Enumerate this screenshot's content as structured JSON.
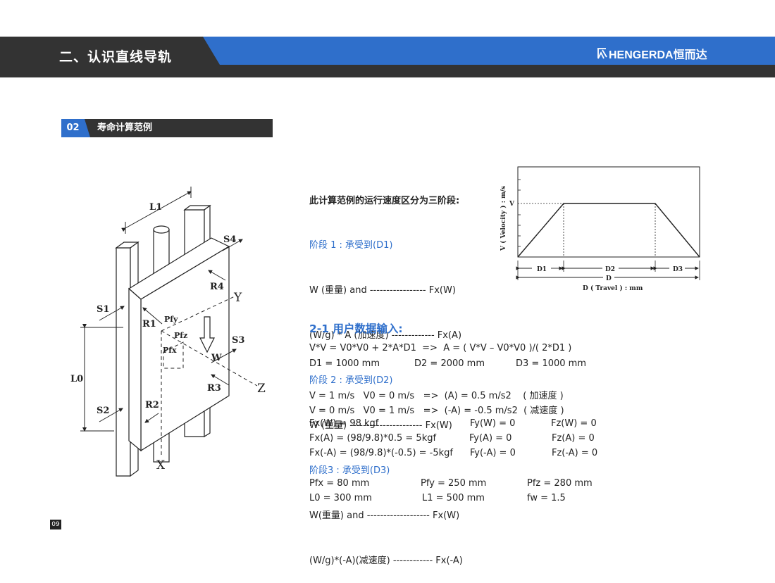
{
  "header": {
    "title": "二、认识直线导轨",
    "logo_text": "HENGERDA恒而达",
    "colors": {
      "dark": "#333333",
      "blue": "#2f6fcb"
    }
  },
  "section": {
    "number": "02",
    "title": "寿命计算范例"
  },
  "intro": {
    "heading": "此计算范例的运行速度区分为三阶段:",
    "lines": [
      "阶段 1 : 承受到(D1)",
      "W (重量) and ----------------- Fx(W)",
      "(W/g) * A (加速度) ------------- Fx(A)",
      "阶段 2 : 承受到(D2)",
      "W (重量) ---------------------- Fx(W)",
      "阶段3 : 承受到(D3)",
      "W(重量) and ------------------- Fx(W)",
      "(W/g)*(-A)(减速度) ------------ Fx(-A)"
    ]
  },
  "diagram_labels": {
    "L1": "L1",
    "L0": "L0",
    "S1": "S1",
    "S2": "S2",
    "S3": "S3",
    "S4": "S4",
    "R1": "R1",
    "R2": "R2",
    "R3": "R3",
    "R4": "R4",
    "X": "X",
    "Y": "Y",
    "Z": "Z",
    "W": "W",
    "Pfx": "Pfx",
    "Pfy": "Pfy",
    "Pfz": "Pfz"
  },
  "velocity_chart": {
    "ylabel": "V ( Velocity ) : m/s",
    "v_label": "V",
    "xlabel": "D ( Travel ) : mm",
    "d1": "D1",
    "d2": "D2",
    "d3": "D3",
    "d": "D"
  },
  "user_input": {
    "title": "2-1  用户数据输入:",
    "formula": "V*V = V0*V0 + 2*A*D1  =>  A = ( V*V – V0*V0 )/( 2*D1 )",
    "distances": [
      "D1 = 1000 mm",
      "D2 = 2000 mm",
      "D3 = 1000 mm"
    ],
    "accel": "V = 1 m/s   V0 = 0 m/s   =>  (A) = 0.5 m/s2    ( 加速度 )",
    "decel": "V = 0 m/s   V0 = 1 m/s   =>  (-A) = -0.5 m/s2  ( 减速度 )",
    "forces": [
      [
        "Fx(W) = 98 kgf",
        "Fy(W) = 0",
        "Fz(W) = 0"
      ],
      [
        "Fx(A) = (98/9.8)*0.5 = 5kgf",
        "Fy(A) = 0",
        "Fz(A) = 0"
      ],
      [
        "Fx(-A) = (98/9.8)*(-0.5) = -5kgf",
        "Fy(-A) = 0",
        "Fz(-A) = 0"
      ]
    ],
    "params": [
      [
        "Pfx = 80 mm",
        "Pfy = 250 mm",
        "Pfz = 280 mm"
      ],
      [
        "L0 = 300 mm",
        "L1 = 500 mm",
        "fw = 1.5"
      ]
    ]
  },
  "page_number": "09"
}
